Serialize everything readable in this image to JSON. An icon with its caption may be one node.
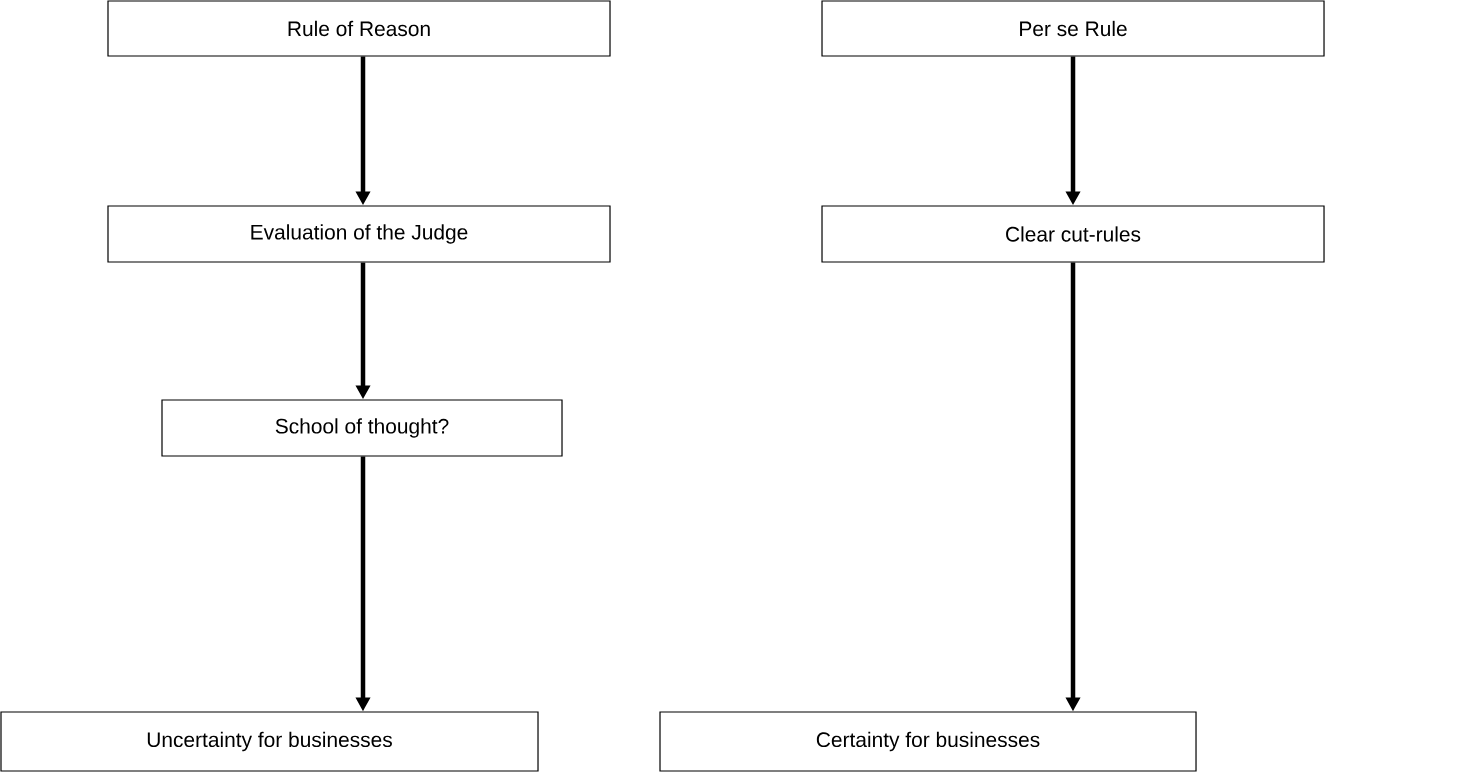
{
  "diagram": {
    "nodes": [
      {
        "text": [
          "Rule of Reason"
        ]
      },
      {
        "text": [
          "Evaluation of the Judge"
        ]
      },
      {
        "text": [
          "School of thought?"
        ]
      },
      {
        "text": [
          "Uncertainty for businesses"
        ]
      },
      {
        "text": [
          "Per se Rule"
        ]
      },
      {
        "text": [
          "Clear cut-rules"
        ]
      },
      {
        "text": [
          "Certainty for businesses"
        ]
      }
    ],
    "edges": [
      {
        "from": 0,
        "to": 1,
        "arrow": "to"
      },
      {
        "from": 1,
        "to": 2,
        "arrow": "to"
      },
      {
        "from": 2,
        "to": 3,
        "arrow": "to"
      },
      {
        "from": 4,
        "to": 5,
        "arrow": "to"
      },
      {
        "from": 5,
        "to": 6,
        "arrow": "to"
      }
    ]
  }
}
